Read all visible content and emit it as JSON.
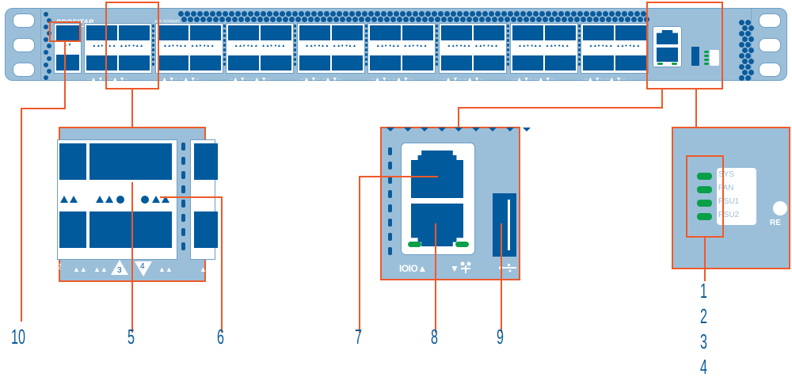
{
  "device": {
    "brand": "PROFITAP",
    "model": "X2-3200G",
    "front_panel": {
      "qsfp_cage_groups": 8,
      "ports_per_group": 4,
      "led_strip_glyphs": "▲▲● ●▲▲  ▲▲● ●▲▲",
      "mgmt_label": "IOIO▲ ▼⚇",
      "usb_label": "⭠⭢"
    }
  },
  "zoom_panels": {
    "qsfp": {
      "port_numbers": [
        "2",
        "3",
        "4"
      ]
    },
    "management": {
      "activity_label": "IOIO▲",
      "link_label": "▼",
      "usb_symbol": "usb"
    },
    "status": {
      "leds": [
        {
          "label": "SYS",
          "color": "#0aa04a"
        },
        {
          "label": "FAN",
          "color": "#0aa04a"
        },
        {
          "label": "PSU1",
          "color": "#0aa04a"
        },
        {
          "label": "PSU2",
          "color": "#0aa04a"
        }
      ],
      "cut_label": "RE"
    }
  },
  "callouts": {
    "labels": [
      "10",
      "5",
      "6",
      "7",
      "8",
      "9"
    ],
    "status_numbers": [
      "1",
      "2",
      "3",
      "4"
    ]
  },
  "colors": {
    "chassis": "#9cbfd9",
    "port": "#005a9c",
    "callout": "#ee5a2a",
    "led_green": "#0aa04a",
    "number_text": "#0a5b9c"
  }
}
